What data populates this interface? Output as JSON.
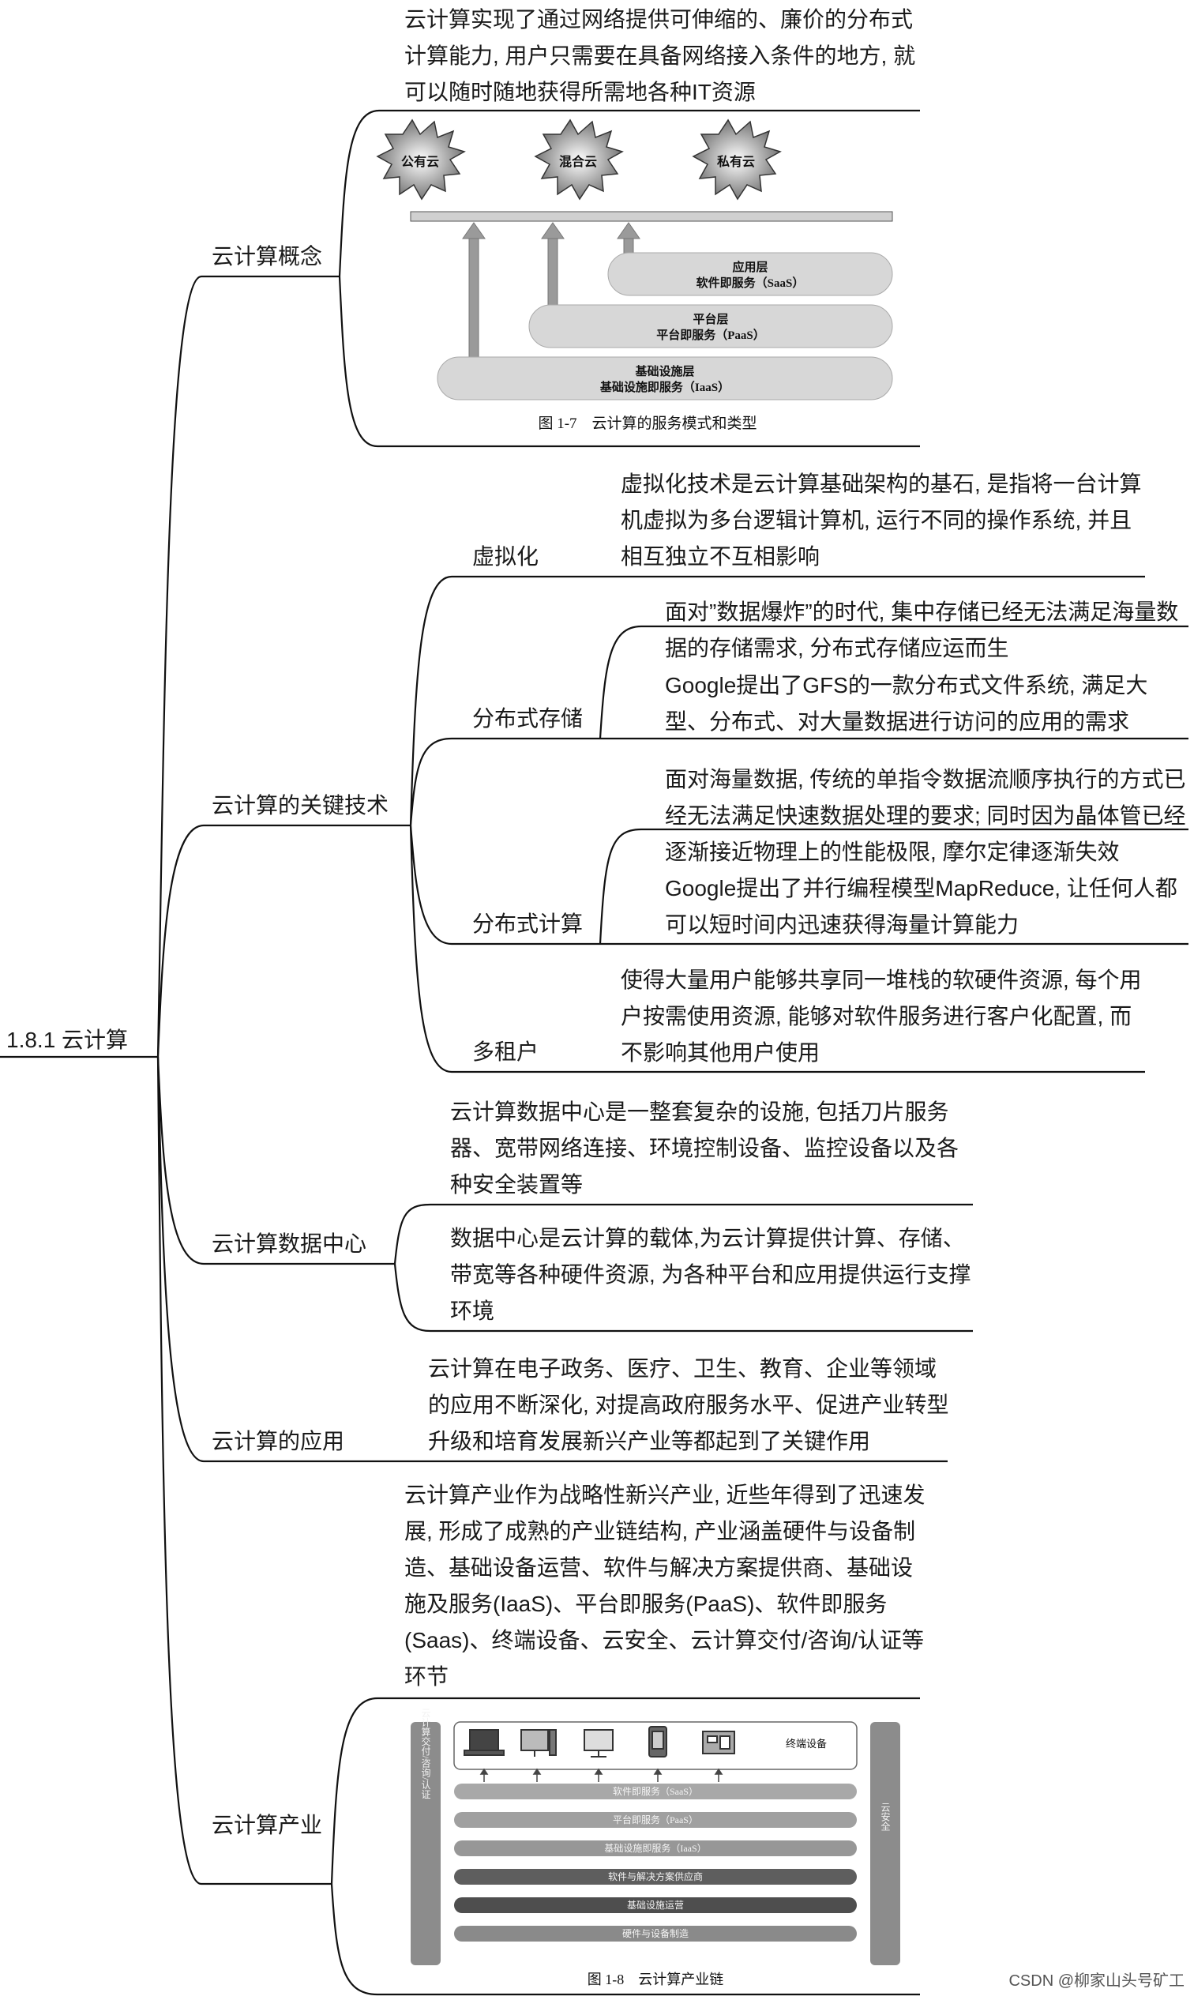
{
  "root": "1.8.1 云计算",
  "branches": {
    "concept": {
      "label": "云计算概念",
      "text": "云计算实现了通过网络提供可伸缩的、廉价的分布式计算能力, 用户只需要在具备网络接入条件的地方, 就可以随时随地获得所需地各种IT资源",
      "figure": {
        "clouds": [
          "公有云",
          "混合云",
          "私有云"
        ],
        "layers": [
          {
            "name": "应用层",
            "service": "软件即服务（SaaS）"
          },
          {
            "name": "平台层",
            "service": "平台即服务（PaaS）"
          },
          {
            "name": "基础设施层",
            "service": "基础设施即服务（IaaS）"
          }
        ],
        "caption": "图 1-7　云计算的服务模式和类型"
      }
    },
    "key_tech": {
      "label": "云计算的关键技术",
      "children": [
        {
          "label": "虚拟化",
          "texts": [
            "虚拟化技术是云计算基础架构的基石, 是指将一台计算机虚拟为多台逻辑计算机, 运行不同的操作系统, 并且相互独立不互相影响"
          ]
        },
        {
          "label": "分布式存储",
          "texts": [
            "面对”数据爆炸”的时代, 集中存储已经无法满足海量数据的存储需求, 分布式存储应运而生",
            "Google提出了GFS的一款分布式文件系统, 满足大型、分布式、对大量数据进行访问的应用的需求"
          ]
        },
        {
          "label": "分布式计算",
          "texts": [
            "面对海量数据, 传统的单指令数据流顺序执行的方式已经无法满足快速数据处理的要求; 同时因为晶体管已经逐渐接近物理上的性能极限, 摩尔定律逐渐失效",
            "Google提出了并行编程模型MapReduce, 让任何人都可以短时间内迅速获得海量计算能力"
          ]
        },
        {
          "label": "多租户",
          "texts": [
            "使得大量用户能够共享同一堆栈的软硬件资源, 每个用户按需使用资源, 能够对软件服务进行客户化配置, 而不影响其他用户使用"
          ]
        }
      ]
    },
    "datacenter": {
      "label": "云计算数据中心",
      "texts": [
        "云计算数据中心是一整套复杂的设施, 包括刀片服务器、宽带网络连接、环境控制设备、监控设备以及各种安全装置等",
        "数据中心是云计算的载体,为云计算提供计算、存储、带宽等各种硬件资源, 为各种平台和应用提供运行支撑环境"
      ]
    },
    "application": {
      "label": "云计算的应用",
      "text": "云计算在电子政务、医疗、卫生、教育、企业等领域的应用不断深化, 对提高政府服务水平、促进产业转型升级和培育发展新兴产业等都起到了关键作用"
    },
    "industry": {
      "label": "云计算产业",
      "text": "云计算产业作为战略性新兴产业, 近些年得到了迅速发展, 形成了成熟的产业链结构, 产业涵盖硬件与设备制造、基础设备运营、软件与解决方案提供商、基础设施及服务(IaaS)、平台即服务(PaaS)、软件即服务(Saas)、终端设备、云安全、云计算交付/咨询/认证等环节",
      "figure": {
        "left_bar": "云计算交付/咨询/认证",
        "right_bar": "云安全",
        "terminal": "终端设备",
        "bars": [
          "软件即服务（SaaS）",
          "平台即服务（PaaS）",
          "基础设施即服务（IaaS）",
          "软件与解决方案供应商",
          "基础设施运营",
          "硬件与设备制造"
        ],
        "caption": "图 1-8　云计算产业链"
      }
    }
  },
  "watermark": "CSDN @柳家山头号矿工"
}
